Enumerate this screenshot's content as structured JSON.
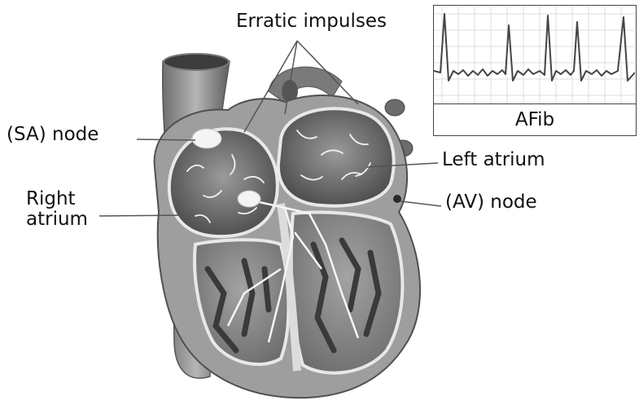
{
  "labels": {
    "erratic": "Erratic impulses",
    "sa_node": "(SA) node",
    "right_atrium_1": "Right",
    "right_atrium_2": "atrium",
    "left_atrium": "Left atrium",
    "av_node": "(AV) node"
  },
  "ecg": {
    "caption": "AFib"
  },
  "colors": {
    "tissue_dark": "#5a5a5a",
    "tissue_mid": "#8c8c8c",
    "tissue_light": "#c8c8c8",
    "node_white": "#f4f4f4",
    "grid": "#d9d9d9"
  }
}
